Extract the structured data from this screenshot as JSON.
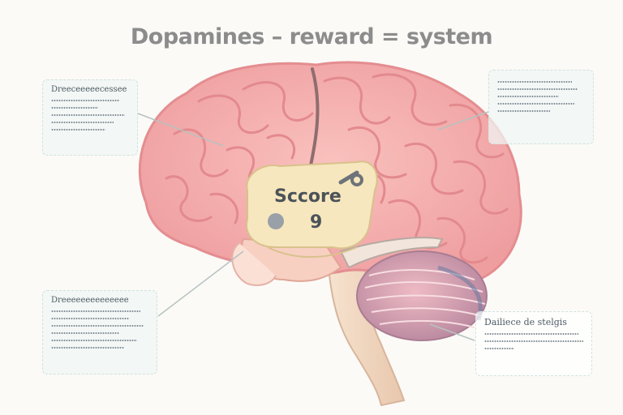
{
  "title": "Dopamines – reward = system",
  "score": {
    "label": "Sccore",
    "value": "9"
  },
  "notes": [
    {
      "id": "top-left",
      "head": "Dreeceeeeecessee",
      "lines": 5
    },
    {
      "id": "top-right",
      "head": "",
      "lines": 5
    },
    {
      "id": "bottom-left",
      "head": "Dreeeeeeeeeeeeee",
      "lines": 6
    },
    {
      "id": "bottom-right",
      "head": "Dailiece de stelgis",
      "lines": 3
    }
  ],
  "colors": {
    "brain": "#f4aaa8",
    "brain_shadow": "#e88d8f",
    "score_box": "#f7e7be",
    "cerebellum": "#d9a6b4",
    "stem": "#f3dcc6"
  }
}
